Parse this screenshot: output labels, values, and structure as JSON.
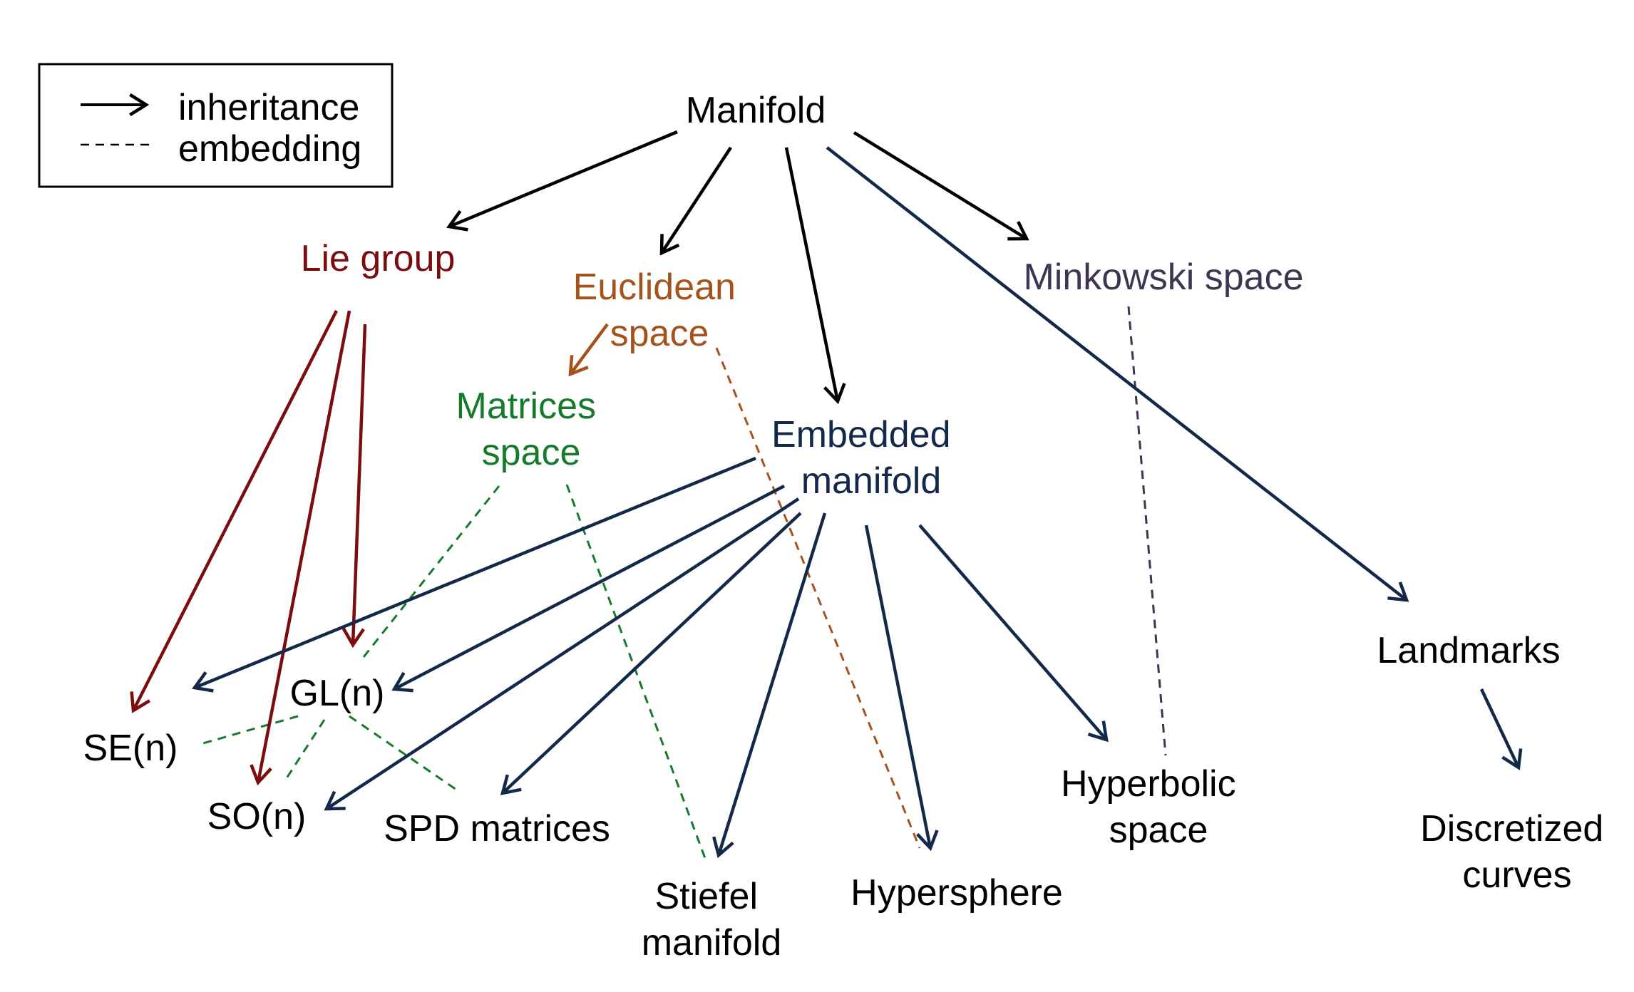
{
  "legend": {
    "inheritance_label": "inheritance",
    "embedding_label": "embedding"
  },
  "nodes": {
    "manifold": "Manifold",
    "lie_group": "Lie group",
    "euclidean_space": [
      "Euclidean",
      "space"
    ],
    "minkowski_space": "Minkowski space",
    "matrices_space": [
      "Matrices",
      "space"
    ],
    "embedded_manifold": [
      "Embedded",
      "manifold"
    ],
    "landmarks": "Landmarks",
    "gl_n": "GL(n)",
    "se_n": "SE(n)",
    "so_n": "SO(n)",
    "spd_matrices": "SPD matrices",
    "stiefel_manifold": [
      "Stiefel",
      "manifold"
    ],
    "hypersphere": "Hypersphere",
    "hyperbolic_space": [
      "Hyperbolic",
      "space"
    ],
    "discretized_curves": [
      "Discretized",
      "curves"
    ]
  },
  "colors": {
    "black": "#000000",
    "lie_group": "#7b0c10",
    "euclidean": "#a5531c",
    "minkowski": "#3d3551",
    "matrices": "#157a2c",
    "embedded": "#14294a"
  }
}
